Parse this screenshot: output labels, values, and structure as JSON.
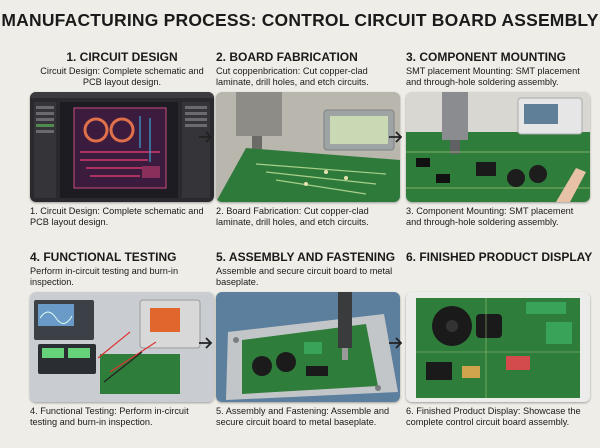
{
  "title": "MANUFACTURING PROCESS: CONTROL CIRCUIT BOARD ASSEMBLY",
  "steps": [
    {
      "heading": "1. CIRCUIT DESIGN",
      "description": "Circuit Design: Complete schematic and PCB layout design.",
      "caption": "1. Circuit Design: Complete schematic and PCB layout design."
    },
    {
      "heading": "2. BOARD FABRICATION",
      "description": "Cut coppenbrication: Cut copper-clad laminate, drill holes, and etch circuits.",
      "caption": "2. Board Fabrication: Cut copper-clad laminate, drill holes, and etch circuits."
    },
    {
      "heading": "3. COMPONENT MOUNTING",
      "description": "SMT placement Mounting: SMT placement and through-hole soldering assembly.",
      "caption": "3. Component Mounting: SMT placement and through-hole soldering assembly."
    },
    {
      "heading": "4. FUNCTIONAL TESTING",
      "description": "Perform in-circuit testing and burn-in inspection.",
      "caption": "4. Functional Testing: Perform in-circuit testing and burn-in inspection."
    },
    {
      "heading": "5. ASSEMBLY AND FASTENING",
      "description": "Assemble and secure circuit board to metal baseplate.",
      "caption": "5. Assembly and Fastening: Assemble and secure circuit board to metal baseplate."
    },
    {
      "heading": "6. FINISHED PRODUCT DISPLAY",
      "description": "",
      "caption": "6. Finished Product Display: Showcase the complete control circuit board assembly."
    }
  ],
  "icons": [
    "arrow-right-icon"
  ],
  "colors": {
    "background": "#efede7",
    "pcb_green": "#2f7d3a",
    "pcb_dark": "#1b2a22",
    "screen_bg": "#2a2a2e"
  }
}
